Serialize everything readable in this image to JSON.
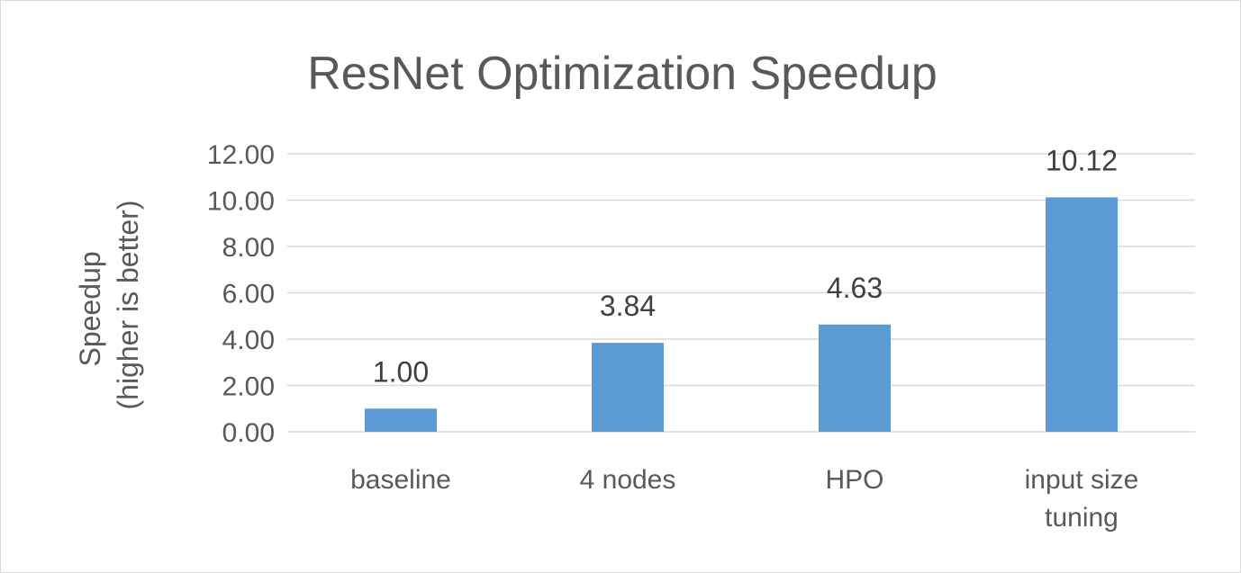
{
  "chart_data": {
    "type": "bar",
    "title": "ResNet Optimization Speedup",
    "ylabel": [
      "Speedup",
      "(higher is better)"
    ],
    "xlabel": "",
    "categories": [
      [
        "baseline"
      ],
      [
        "4 nodes"
      ],
      [
        "HPO"
      ],
      [
        "input size",
        "tuning"
      ]
    ],
    "series": [
      {
        "values": [
          1.0,
          3.84,
          4.63,
          10.12
        ],
        "data_labels": [
          "1.00",
          "3.84",
          "4.63",
          "10.12"
        ],
        "color": "#5b9bd5"
      }
    ],
    "ylim": [
      0,
      12
    ],
    "yticks": [
      0,
      2,
      4,
      6,
      8,
      10,
      12
    ],
    "ytick_labels": [
      "0.00",
      "2.00",
      "4.00",
      "6.00",
      "8.00",
      "10.00",
      "12.00"
    ],
    "grid": true,
    "legend": "none"
  }
}
